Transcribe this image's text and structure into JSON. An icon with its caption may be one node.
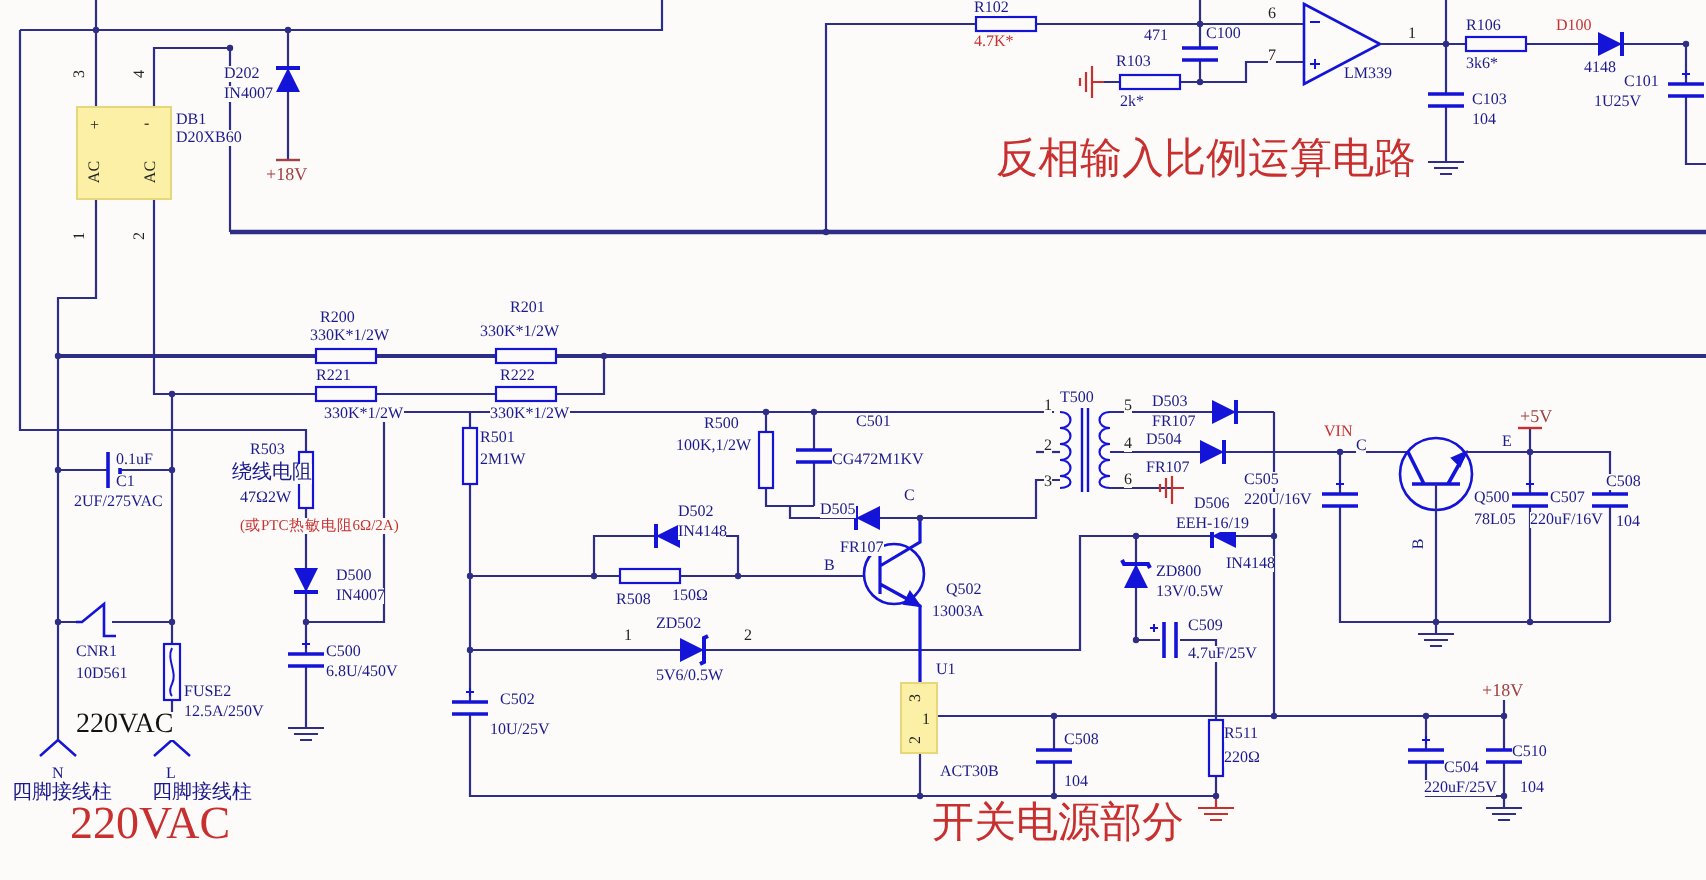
{
  "diagram": {
    "nodes": [
      {
        "text": [
          "+",
          "-",
          "AC",
          "AC"
        ]
      },
      {
        "text": [
          "3",
          "1",
          "2"
        ]
      }
    ],
    "labels": [
      "3",
      "4",
      "DB1",
      "D20XB60",
      "D202",
      "IN4007",
      "+18V",
      "1",
      "2",
      "R102",
      "4.7K*",
      "471",
      "C100",
      "6",
      "7",
      "1",
      "LM339",
      "R103",
      "2k*",
      "R106",
      "3k6*",
      "D100",
      "4148",
      "C101",
      "C103",
      "1U25V",
      "104",
      "反相输入比例运算电路",
      "R200",
      "330K*1/2W",
      "R201",
      "330K*1/2W",
      "R221",
      "330K*1/2W",
      "R222",
      "330K*1/2W",
      "R500",
      "100K,1/2W",
      "C501",
      "CG472M1KV",
      "T500",
      "1",
      "2",
      "3",
      "5",
      "4",
      "6",
      "D503",
      "FR107",
      "D504",
      "FR107",
      "VIN",
      "C",
      "E",
      "+5V",
      "0.1uF",
      "C1",
      "2UF/275VAC",
      "R503",
      "绕线电阻",
      "47Ω2W",
      "R501",
      "2M1W",
      "D506",
      "EEH-16/19",
      "C505",
      "220U/16V",
      "Q500",
      "78L05",
      "C507",
      "220uF/16V",
      "C508",
      "104",
      "D505",
      "C",
      "D502",
      "IN4148",
      "(或PTC热敏电阻6Ω/2A)",
      "FR107",
      "B",
      "ZD800",
      "IN4148",
      "13V/0.5W",
      "B",
      "D500",
      "IN4007",
      "R508",
      "150Ω",
      "Q502",
      "13003A",
      "ZD502",
      "C509",
      "1",
      "2",
      "CNR1",
      "C500",
      "4.7uF/25V",
      "10D561",
      "6.8U/450V",
      "5V6/0.5W",
      "U1",
      "C502",
      "10U/25V",
      "FUSE2",
      "12.5A/250V",
      "+18V",
      "220VAC",
      "R511",
      "220Ω",
      "C508",
      "104",
      "ACT30B",
      "C510",
      "C504",
      "220uF/25V",
      "104",
      "N",
      "L",
      "四脚接线柱",
      "四脚接线柱",
      "220VAC",
      "开关电源部分"
    ]
  }
}
